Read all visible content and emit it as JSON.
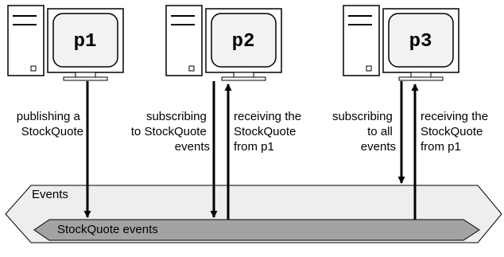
{
  "nodes": [
    {
      "id": "p1",
      "label": "p1"
    },
    {
      "id": "p2",
      "label": "p2"
    },
    {
      "id": "p3",
      "label": "p3"
    }
  ],
  "annotations": {
    "p1_publish": [
      "publishing a",
      "StockQuote"
    ],
    "p2_subscribe": [
      "subscribing",
      "to StockQuote",
      "events"
    ],
    "p2_receive": [
      "receiving the",
      "StockQuote",
      "from p1"
    ],
    "p3_subscribe": [
      "subscribing",
      "to all",
      "events"
    ],
    "p3_receive": [
      "receiving the",
      "StockQuote",
      "from p1"
    ]
  },
  "channels": {
    "outer": "Events",
    "inner": "StockQuote events"
  },
  "colors": {
    "outer_fill": "#eeeeee",
    "inner_fill": "#a3a3a3",
    "screen_fill": "#f2f2f2"
  }
}
